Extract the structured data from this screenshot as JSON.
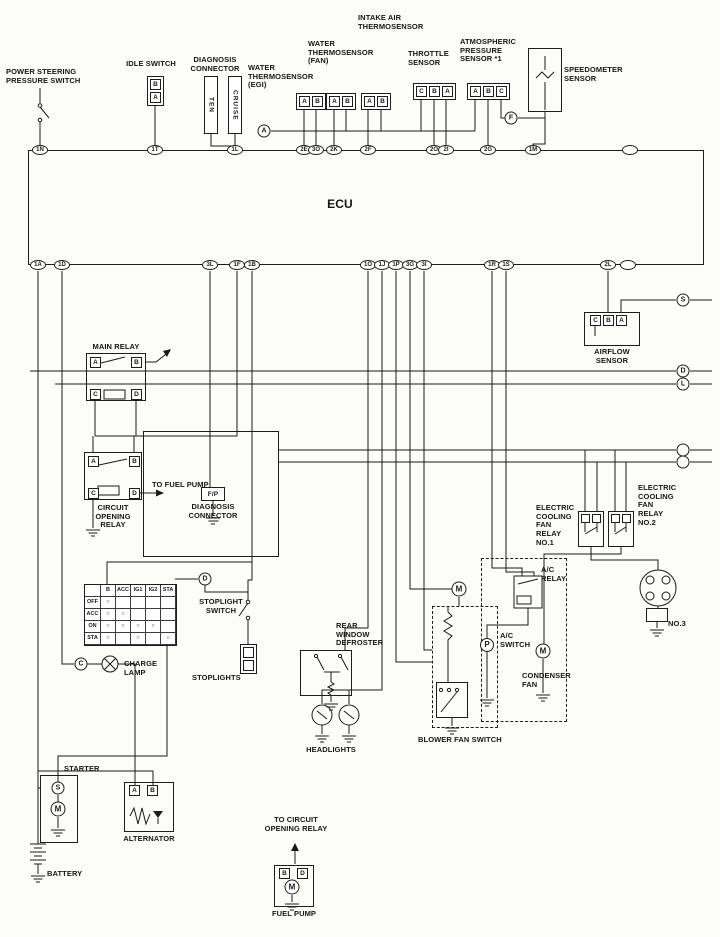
{
  "colors": {
    "ink": "#1a1a1a",
    "paper": "#fcfcf9"
  },
  "ecu": {
    "label": "ECU",
    "top_pins": [
      "1N",
      "1T",
      "1L",
      "2E",
      "3O",
      "2K",
      "2F",
      "2O",
      "2I",
      "2G",
      "1M",
      ""
    ],
    "bottom_pins": [
      "1A",
      "1D",
      "3L",
      "1F",
      "1B",
      "1O",
      "1J",
      "1P",
      "3G",
      "3I",
      "1R",
      "1S",
      "2L",
      ""
    ]
  },
  "refs": {
    "a": "A",
    "f": "F",
    "c": "C",
    "d": "D",
    "s": "S",
    "d_right": "D",
    "l_right": "L",
    "r1": "",
    "r2": ""
  },
  "labels": {
    "power_steering": "POWER STEERING\nPRESSURE SWITCH",
    "idle_switch": "IDLE SWITCH",
    "diagnosis_connector": "DIAGNOSIS\nCONNECTOR",
    "ten": "TEN",
    "cruise": "CRUISE",
    "water_egi": "WATER\nTHERMOSENSOR\n(EGI)",
    "water_fan": "WATER\nTHERMOSENSOR\n(FAN)",
    "intake_air": "INTAKE AIR\nTHERMOSENSOR",
    "throttle": "THROTTLE\nSENSOR",
    "atmospheric": "ATMOSPHERIC\nPRESSURE\nSENSOR *1",
    "speedometer": "SPEEDOMETER\nSENSOR",
    "airflow": "AIRFLOW\nSENSOR",
    "main_relay": "MAIN RELAY",
    "circuit_opening_relay": "CIRCUIT\nOPENING\nRELAY",
    "to_fuel_pump": "TO FUEL PUMP",
    "fp": "F/P",
    "fp_diagnosis": "DIAGNOSIS\nCONNECTOR",
    "stoplight_switch": "STOPLIGHT\nSWITCH",
    "stoplights": "STOPLIGHTS",
    "charge_lamp": "CHARGE\nLAMP",
    "rear_defroster": "REAR\nWINDOW\nDEFROSTER",
    "headlights": "HEADLIGHTS",
    "blower_fan_switch": "BLOWER FAN SWITCH",
    "ac_switch": "A/C\nSWITCH",
    "ac_relay": "A/C\nRELAY",
    "condenser_fan": "CONDENSER\nFAN",
    "fan_relay_no1": "ELECTRIC\nCOOLING\nFAN\nRELAY\nNO.1",
    "fan_relay_no2": "ELECTRIC\nCOOLING\nFAN\nRELAY\nNO.2",
    "no3": "NO.3",
    "starter": "STARTER",
    "alternator": "ALTERNATOR",
    "battery": "BATTERY",
    "to_circuit_opening_relay": "TO CIRCUIT\nOPENING RELAY",
    "fuel_pump": "FUEL PUMP"
  },
  "pins": {
    "idle": [
      "B",
      "A"
    ],
    "water_egi": [
      "A",
      "B"
    ],
    "water_fan": [
      "A",
      "B"
    ],
    "intake_air": [
      "A",
      "B"
    ],
    "throttle": [
      "C",
      "B",
      "A"
    ],
    "atmospheric": [
      "A",
      "B",
      "C"
    ],
    "airflow": [
      "C",
      "B",
      "A"
    ],
    "main_relay": [
      "A",
      "B",
      "C",
      "D"
    ],
    "circuit_opening_relay": [
      "A",
      "B",
      "C",
      "D"
    ],
    "alternator": [
      "A",
      "B"
    ],
    "fuel_pump": [
      "B",
      "D"
    ]
  },
  "symbols": {
    "motor": "M",
    "starter": "S",
    "pressure": "P"
  },
  "ignition_switch": {
    "columns": [
      "B",
      "ACC",
      "IG1",
      "IG2",
      "STA"
    ],
    "rows": [
      "OFF",
      "ACC",
      "ON",
      "STA"
    ],
    "contact_mark": "○"
  }
}
